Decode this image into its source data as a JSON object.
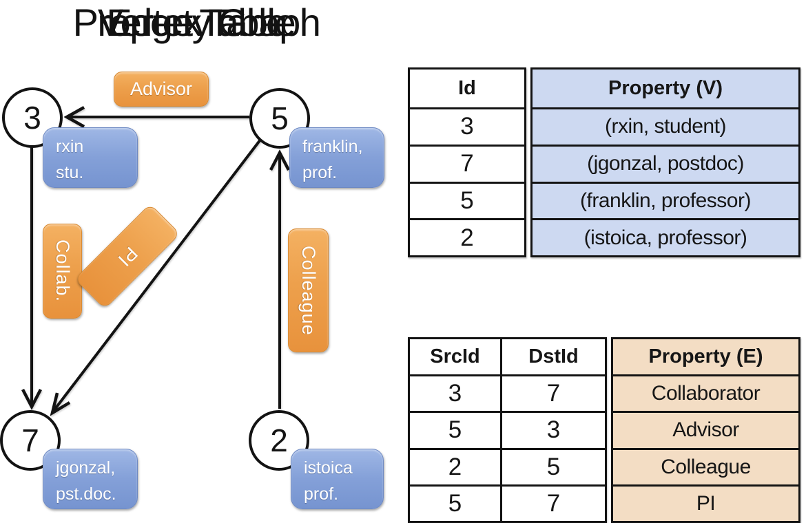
{
  "titles": {
    "graph": "Property Graph",
    "vertex_table": "Vertex Table",
    "edge_table": "Edge Table"
  },
  "graph": {
    "vertices": [
      {
        "id": "3",
        "label_lines": [
          "rxin",
          "stu."
        ]
      },
      {
        "id": "5",
        "label_lines": [
          "franklin,",
          "prof."
        ]
      },
      {
        "id": "7",
        "label_lines": [
          "jgonzal,",
          "pst.doc."
        ]
      },
      {
        "id": "2",
        "label_lines": [
          "istoica",
          "prof."
        ]
      }
    ],
    "edge_labels": {
      "advisor": "Advisor",
      "collab": "Collab.",
      "pi": "PI",
      "colleague": "Colleague"
    }
  },
  "vertex_table": {
    "columns": [
      "Id",
      "Property (V)"
    ],
    "rows": [
      [
        "3",
        "(rxin, student)"
      ],
      [
        "7",
        "(jgonzal, postdoc)"
      ],
      [
        "5",
        "(franklin, professor)"
      ],
      [
        "2",
        "(istoica, professor)"
      ]
    ]
  },
  "edge_table": {
    "columns": [
      "SrcId",
      "DstId",
      "Property (E)"
    ],
    "rows": [
      [
        "3",
        "7",
        "Collaborator"
      ],
      [
        "5",
        "3",
        "Advisor"
      ],
      [
        "2",
        "5",
        "Colleague"
      ],
      [
        "5",
        "7",
        "PI"
      ]
    ]
  },
  "colors": {
    "edge_label_orange": "#eda04c",
    "vertex_label_blue": "#84a0d8",
    "vertex_cell_blue": "#cdd9f1",
    "edge_cell_tan": "#f3ddc4",
    "line_black": "#131313"
  }
}
